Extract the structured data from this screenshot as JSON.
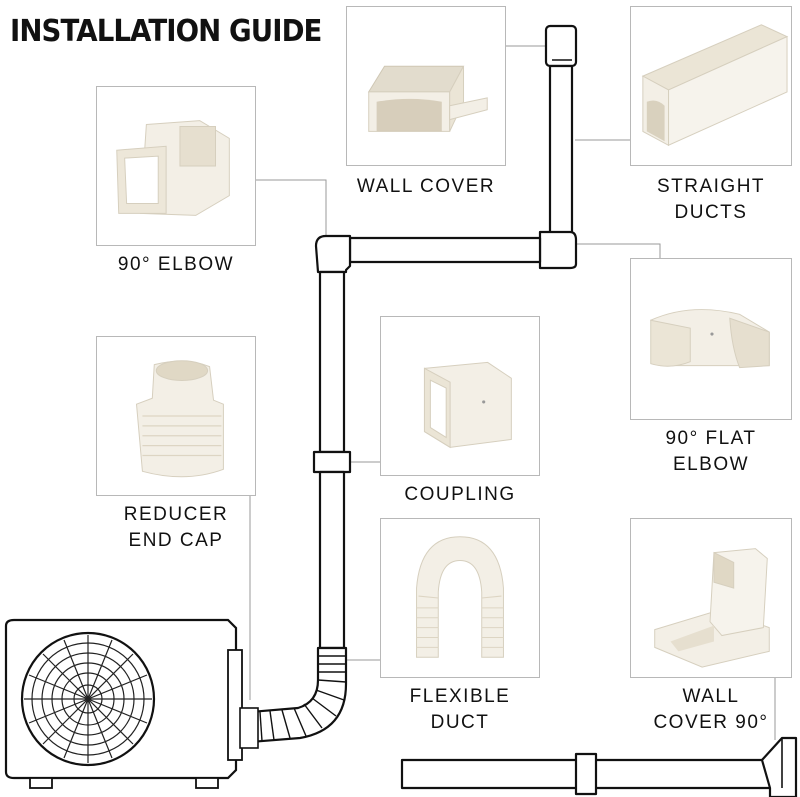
{
  "title": "INSTALLATION GUIDE",
  "parts": {
    "wall_cover": {
      "lines": [
        "WALL COVER"
      ]
    },
    "straight_ducts": {
      "lines": [
        "STRAIGHT",
        "DUCTS"
      ]
    },
    "elbow_90": {
      "lines": [
        "90° ELBOW"
      ]
    },
    "flat_elbow_90": {
      "lines": [
        "90° FLAT",
        "ELBOW"
      ]
    },
    "reducer_end_cap": {
      "lines": [
        "REDUCER",
        "END CAP"
      ]
    },
    "coupling": {
      "lines": [
        "COUPLING"
      ]
    },
    "flexible_duct": {
      "lines": [
        "FLEXIBLE",
        "DUCT"
      ]
    },
    "wall_cover_90": {
      "lines": [
        "WALL",
        "COVER 90°"
      ]
    }
  },
  "colors": {
    "part_fill": "#f3efe6",
    "part_shade": "#e2dccd",
    "line": "#111111",
    "leader": "#9a9a9a",
    "card_border": "#b8b8b8"
  }
}
